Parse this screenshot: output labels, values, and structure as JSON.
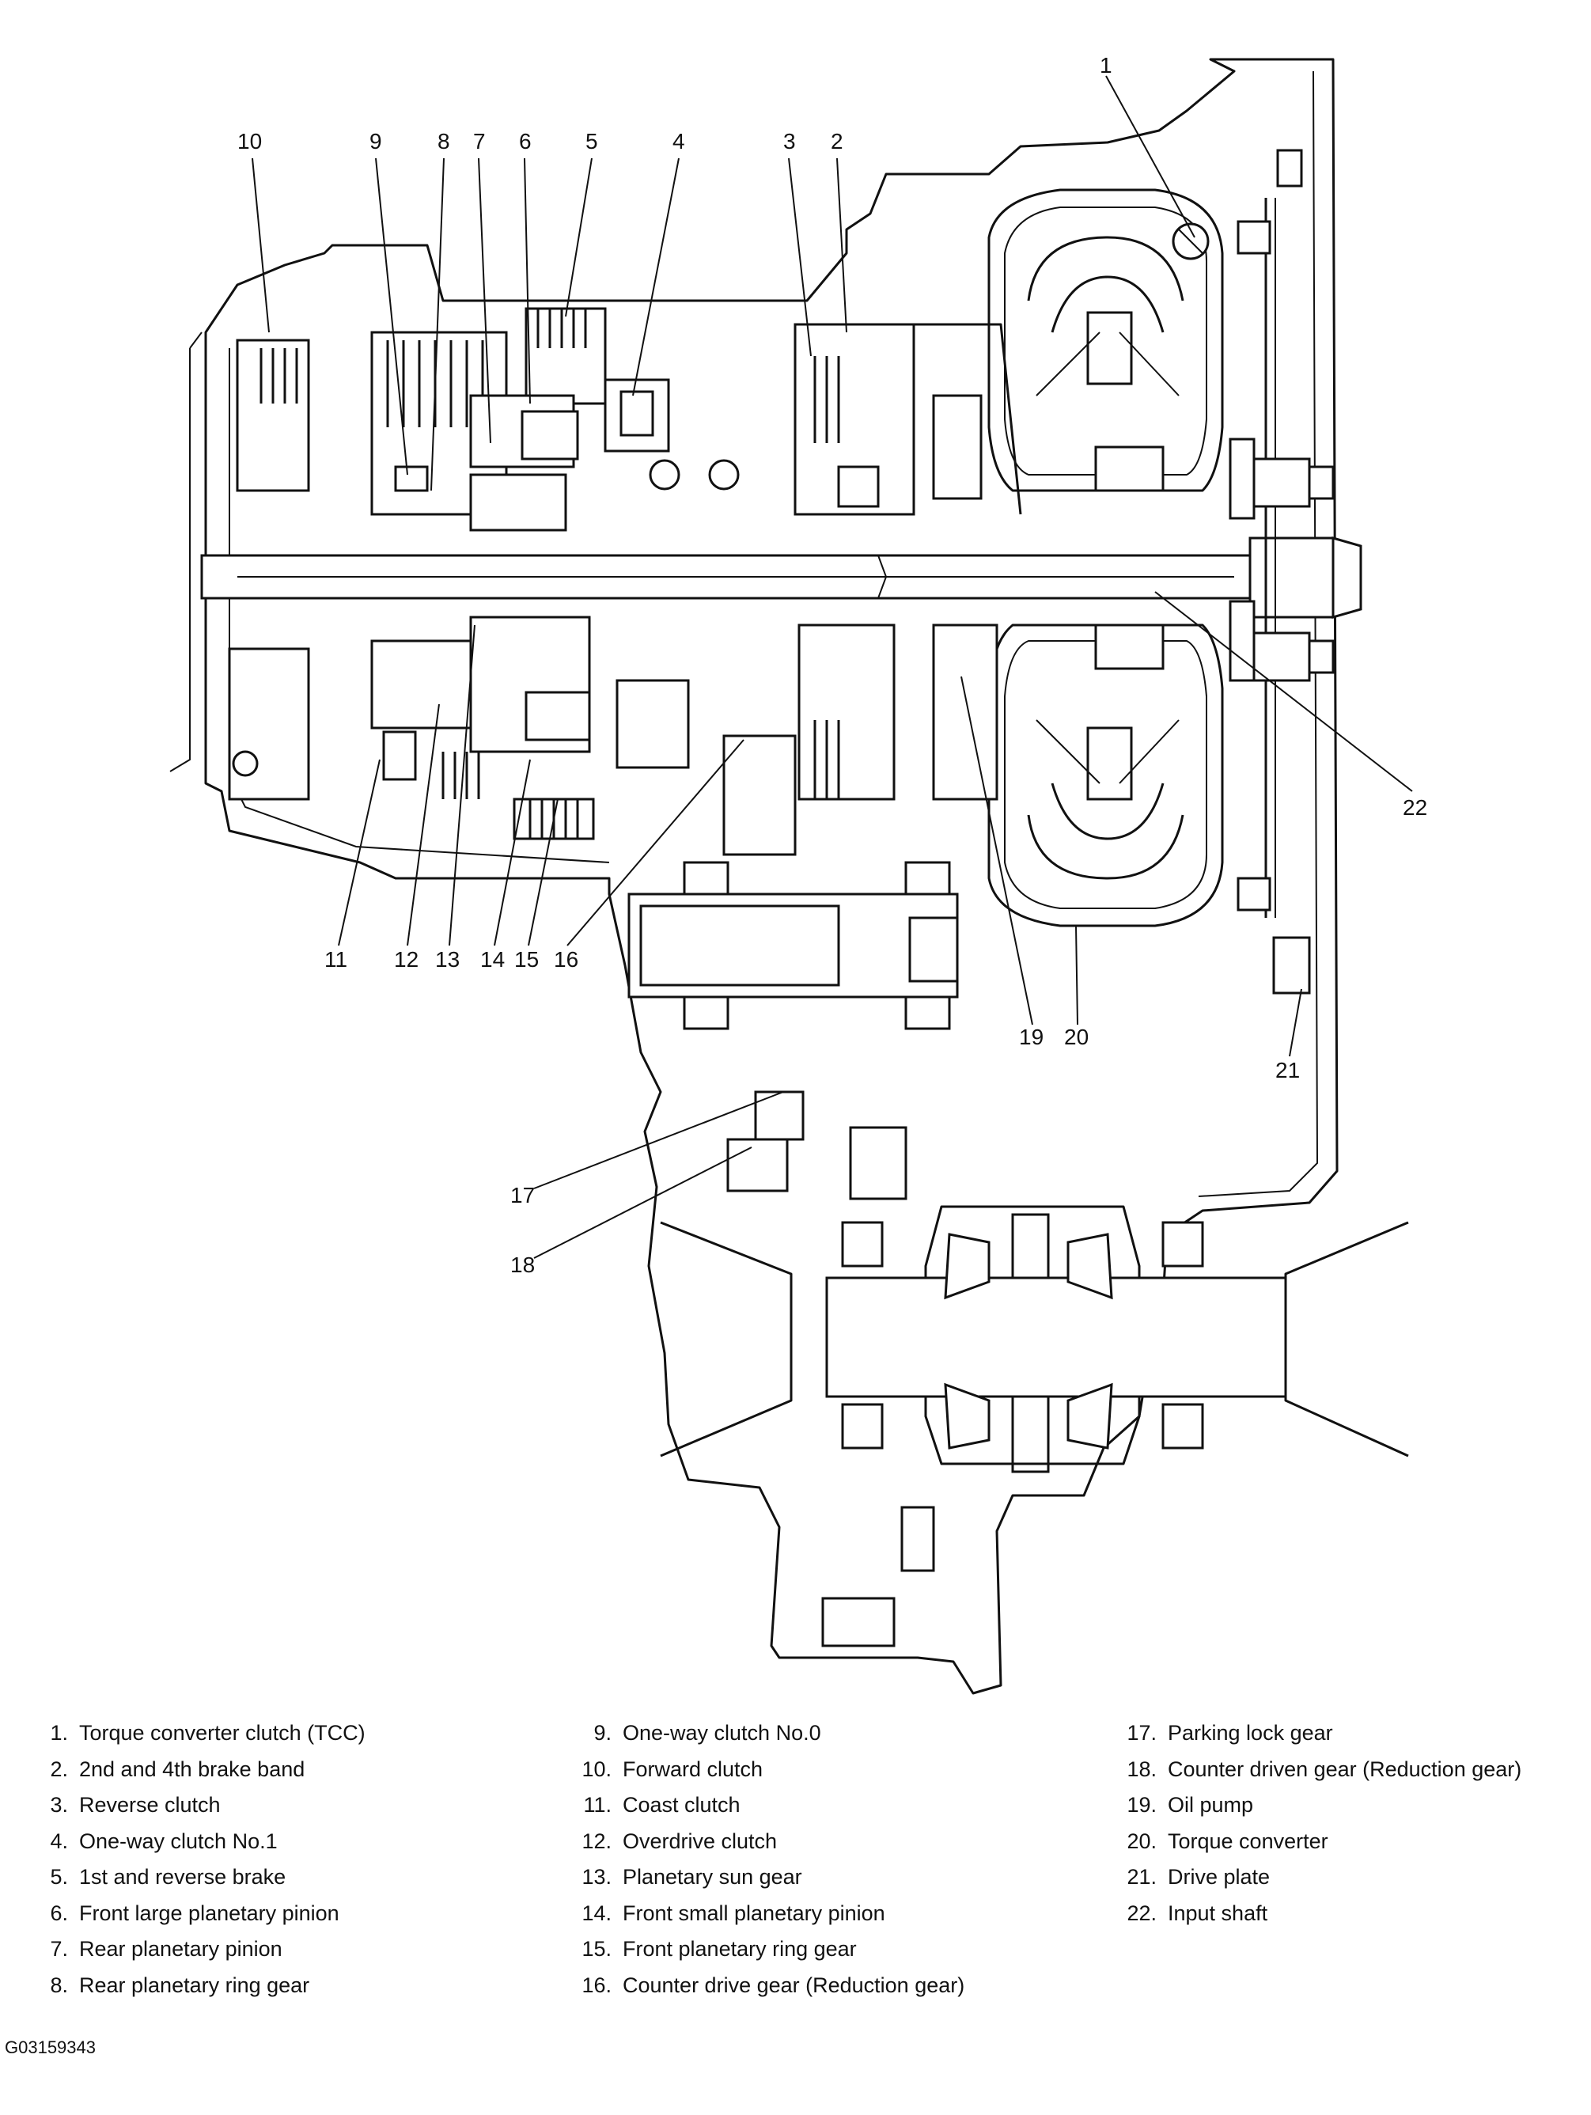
{
  "figure_code": "G03159343",
  "callouts": [
    "1",
    "2",
    "3",
    "4",
    "5",
    "6",
    "7",
    "8",
    "9",
    "10",
    "11",
    "12",
    "13",
    "14",
    "15",
    "16",
    "17",
    "18",
    "19",
    "20",
    "21",
    "22"
  ],
  "legend": [
    {
      "num": "1.",
      "label": "Torque converter clutch (TCC)"
    },
    {
      "num": "2.",
      "label": "2nd and 4th brake band"
    },
    {
      "num": "3.",
      "label": "Reverse clutch"
    },
    {
      "num": "4.",
      "label": "One-way clutch No.1"
    },
    {
      "num": "5.",
      "label": "1st and reverse brake"
    },
    {
      "num": "6.",
      "label": "Front large planetary pinion"
    },
    {
      "num": "7.",
      "label": "Rear planetary pinion"
    },
    {
      "num": "8.",
      "label": "Rear planetary ring gear"
    },
    {
      "num": "9.",
      "label": "One-way clutch No.0"
    },
    {
      "num": "10.",
      "label": "Forward clutch"
    },
    {
      "num": "11.",
      "label": "Coast clutch"
    },
    {
      "num": "12.",
      "label": "Overdrive clutch"
    },
    {
      "num": "13.",
      "label": "Planetary sun gear"
    },
    {
      "num": "14.",
      "label": "Front small planetary pinion"
    },
    {
      "num": "15.",
      "label": "Front planetary ring gear"
    },
    {
      "num": "16.",
      "label": "Counter drive gear (Reduction gear)"
    },
    {
      "num": "17.",
      "label": "Parking lock gear"
    },
    {
      "num": "18.",
      "label": "Counter driven gear (Reduction gear)"
    },
    {
      "num": "19.",
      "label": "Oil pump"
    },
    {
      "num": "20.",
      "label": "Torque converter"
    },
    {
      "num": "21.",
      "label": "Drive plate"
    },
    {
      "num": "22.",
      "label": "Input shaft"
    }
  ]
}
